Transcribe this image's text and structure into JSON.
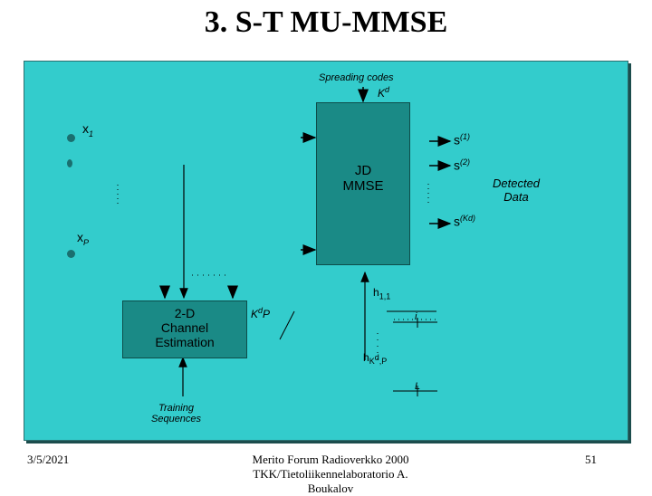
{
  "slide": {
    "title": "3. S-T MU-MMSE"
  },
  "diagram": {
    "spreading_codes": "Spreading codes",
    "kd_label": "K",
    "kd_sup": "d",
    "jd_line1": "JD",
    "jd_line2": "MMSE",
    "x1": "x",
    "x1_sub": "1",
    "xp": "x",
    "xp_sub": "P",
    "s1": "s",
    "s1_sup": "(1)",
    "s2": "s",
    "s2_sup": "(2)",
    "skd": "s",
    "skd_sup": "(K",
    "skd_sup2": "d",
    "skd_sup3": ")",
    "detected_line1": "Detected",
    "detected_line2": "Data",
    "ce_line1": "2-D",
    "ce_line2": "Channel",
    "ce_line3": "Estimation",
    "kdp": "K",
    "kdp_sup": "d",
    "kdp_rest": "P",
    "h11": "h",
    "h11_sub": "1,1",
    "hkdp": "h",
    "hkdp_sub": "K",
    "hkdp_sub2": "d",
    "hkdp_sub3": ",P",
    "i_label": "i",
    "l_label": "L",
    "training_line1": "Training",
    "training_line2": "Sequences"
  },
  "footer": {
    "date": "3/5/2021",
    "center_line1": "Merito Forum Radioverkko 2000",
    "center_line2": "TKK/Tietoliikennelaboratorio   A.",
    "center_line3": "Boukalov",
    "page": "51"
  },
  "colors": {
    "background": "#33cccc",
    "block": "#1a8a86"
  }
}
